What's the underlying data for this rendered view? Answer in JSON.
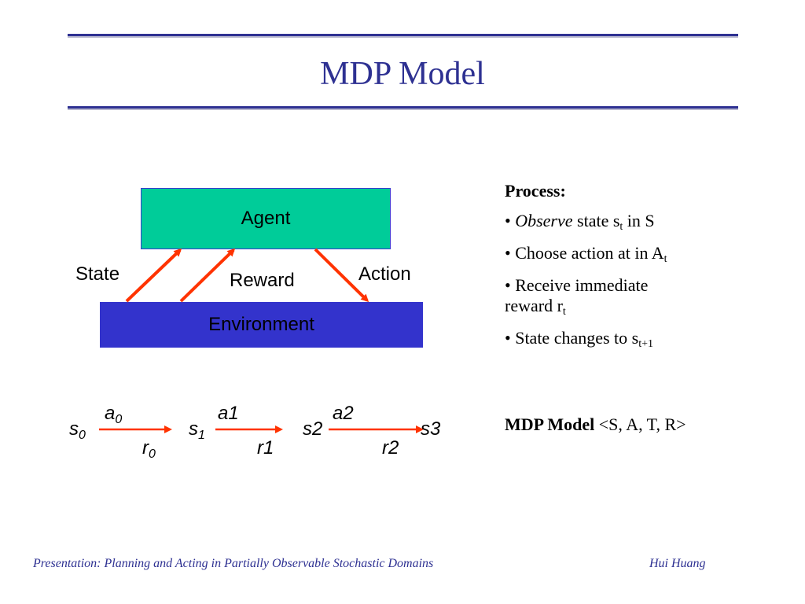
{
  "slide": {
    "title": "MDP Model"
  },
  "diagram": {
    "agent_label": "Agent",
    "environment_label": "Environment",
    "state_label": "State",
    "reward_label": "Reward",
    "action_label": "Action",
    "arrow_color": "#ff3300"
  },
  "sequence": {
    "states": [
      "s",
      "s",
      "s2",
      "s3"
    ],
    "state_subs": [
      "0",
      "1"
    ],
    "actions": [
      "a",
      "a1",
      "a2"
    ],
    "action_subs": [
      "0"
    ],
    "rewards": [
      "r",
      "r1",
      "r2"
    ],
    "reward_subs": [
      "0"
    ]
  },
  "process": {
    "heading": "Process:",
    "b1_bullet": "•",
    "b1_observe": "Observe",
    "b1_mid": "state s",
    "b1_sub": "t",
    "b1_end": "in S",
    "b2_text": "• Choose action at in A",
    "b2_sub": "t",
    "b3_line1": "• Receive immediate",
    "b3_line2": "reward r",
    "b3_sub": "t",
    "b4_text": "• State changes to s",
    "b4_sub": "t+1"
  },
  "model": {
    "label": "MDP Model",
    "tuple": "<S, A, T, R>"
  },
  "footer": {
    "left": "Presentation: Planning and Acting in Partially Observable Stochastic Domains",
    "right": "Hui Huang"
  },
  "colors": {
    "accent": "#2e3192",
    "agent_fill": "#00cc99",
    "environment_fill": "#3333cc",
    "arrow": "#ff3300"
  }
}
